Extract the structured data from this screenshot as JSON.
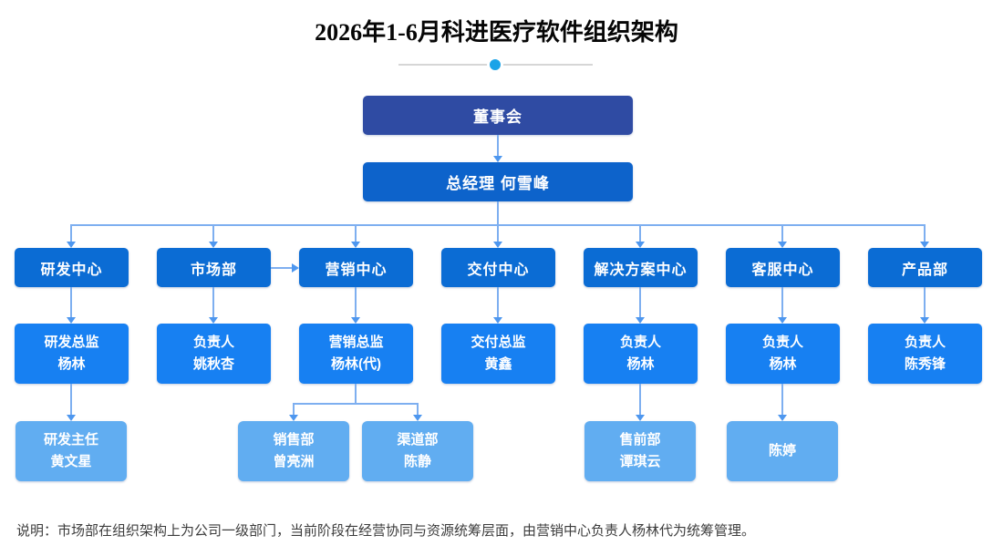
{
  "title": "2026年1-6月科进医疗软件组织架构",
  "board": {
    "label": "董事会"
  },
  "gm": {
    "label": "总经理 何雪峰"
  },
  "columns": [
    {
      "dept": "研发中心",
      "manager": {
        "title": "研发总监",
        "name": "杨林"
      },
      "children": [
        {
          "title": "研发主任",
          "name": "黄文星"
        }
      ]
    },
    {
      "dept": "市场部",
      "manager": {
        "title": "负责人",
        "name": "姚秋杏"
      },
      "children": []
    },
    {
      "dept": "营销中心",
      "manager": {
        "title": "营销总监",
        "name": "杨林(代)"
      },
      "children": [
        {
          "title": "销售部",
          "name": "曾亮洲"
        },
        {
          "title": "渠道部",
          "name": "陈静"
        }
      ]
    },
    {
      "dept": "交付中心",
      "manager": {
        "title": "交付总监",
        "name": "黄鑫"
      },
      "children": []
    },
    {
      "dept": "解决方案中心",
      "manager": {
        "title": "负责人",
        "name": "杨林"
      },
      "children": [
        {
          "title": "售前部",
          "name": "谭琪云"
        }
      ]
    },
    {
      "dept": "客服中心",
      "manager": {
        "title": "负责人",
        "name": "杨林"
      },
      "children": [
        {
          "title": "陈婷",
          "name": ""
        }
      ]
    },
    {
      "dept": "产品部",
      "manager": {
        "title": "负责人",
        "name": "陈秀锋"
      },
      "children": []
    }
  ],
  "note": "说明：市场部在组织架构上为公司一级部门，当前阶段在经营协同与资源统筹层面，由营销中心负责人杨林代为统筹管理。",
  "colors": {
    "board_box": "#2f4ba3",
    "gm_box": "#0d63cb",
    "dept_box": "#0b6cd4",
    "manager_box": "#1780f2",
    "sub_box": "#61adf1",
    "connector_line": "#7eaff0",
    "arrow_head": "#4e97ef",
    "divider_dot": "#1aa3e8",
    "divider_line": "#d6d6d6"
  }
}
